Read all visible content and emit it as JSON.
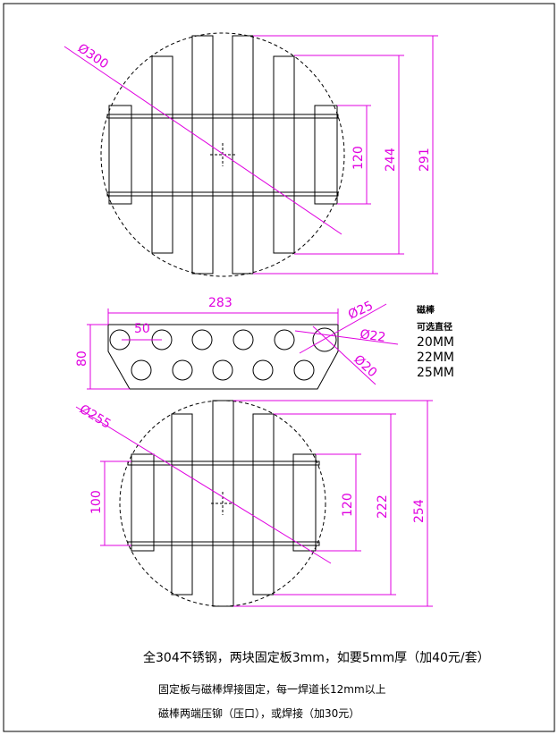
{
  "top_view": {
    "diameter": "Ø300",
    "dim_inner": "120",
    "dim_mid": "244",
    "dim_outer": "291"
  },
  "side_view": {
    "width": "283",
    "pitch": "50",
    "height": "80",
    "d25": "Ø25",
    "d22": "Ø22",
    "d20": "Ø20"
  },
  "rod_options": {
    "title": "磁棒",
    "subtitle": "可选直径",
    "options": [
      "20MM",
      "22MM",
      "25MM"
    ]
  },
  "bottom_view": {
    "diameter": "Ø255",
    "dim_left": "100",
    "dim_inner": "120",
    "dim_mid": "222",
    "dim_outer": "254"
  },
  "notes": [
    "全304不锈钢，两块固定板3mm，如要5mm厚（加40元/套）",
    "固定板与磁棒焊接固定，每一焊道长12mm以上",
    "磁棒两端压铆（压口），或焊接（加30元）"
  ]
}
